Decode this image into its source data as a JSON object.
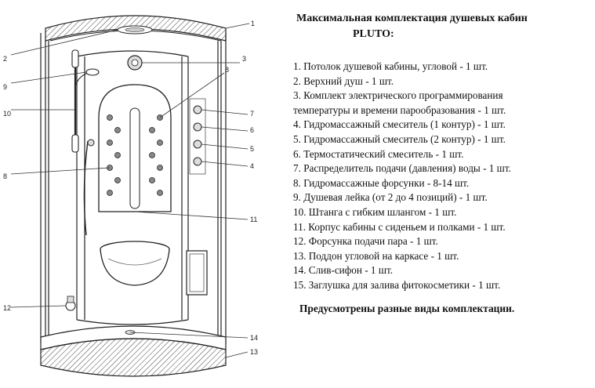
{
  "title_line1": "Максимальная комплектация душевых кабин",
  "title_line2": "PLUTO:",
  "items": [
    "1. Потолок душевой кабины, угловой - 1 шт.",
    "2. Верхний душ - 1 шт.",
    "3. Комплект электрического программирования",
    "температуры и времени парообразования - 1 шт.",
    "4. Гидромассажный смеситель (1 контур) - 1 шт.",
    "5. Гидромассажный смеситель (2 контур) - 1 шт.",
    "6. Термостатический смеситель - 1 шт.",
    "7. Распределитель подачи (давления) воды - 1 шт.",
    "8. Гидромассажные форсунки - 8-14 шт.",
    "9. Душевая лейка (от 2 до 4 позиций) - 1 шт.",
    "10. Штанга с гибким шлангом - 1 шт.",
    "11. Корпус кабины с сиденьем и полками - 1 шт.",
    "12. Форсунка подачи пара - 1 шт.",
    "13. Поддон угловой на каркасе - 1 шт.",
    "14. Слив-сифон - 1 шт.",
    "15. Заглушка для залива фитокосметики - 1 шт."
  ],
  "footer": "Предусмотрены разные виды комплектации.",
  "callouts": {
    "c1": "1",
    "c2": "2",
    "c3": "3",
    "c9": "9",
    "c8a": "8",
    "c7": "7",
    "c6": "6",
    "c5": "5",
    "c4": "4",
    "c10": "10",
    "c8b": "8",
    "c11": "11",
    "c12": "12",
    "c14": "14",
    "c13": "13"
  }
}
